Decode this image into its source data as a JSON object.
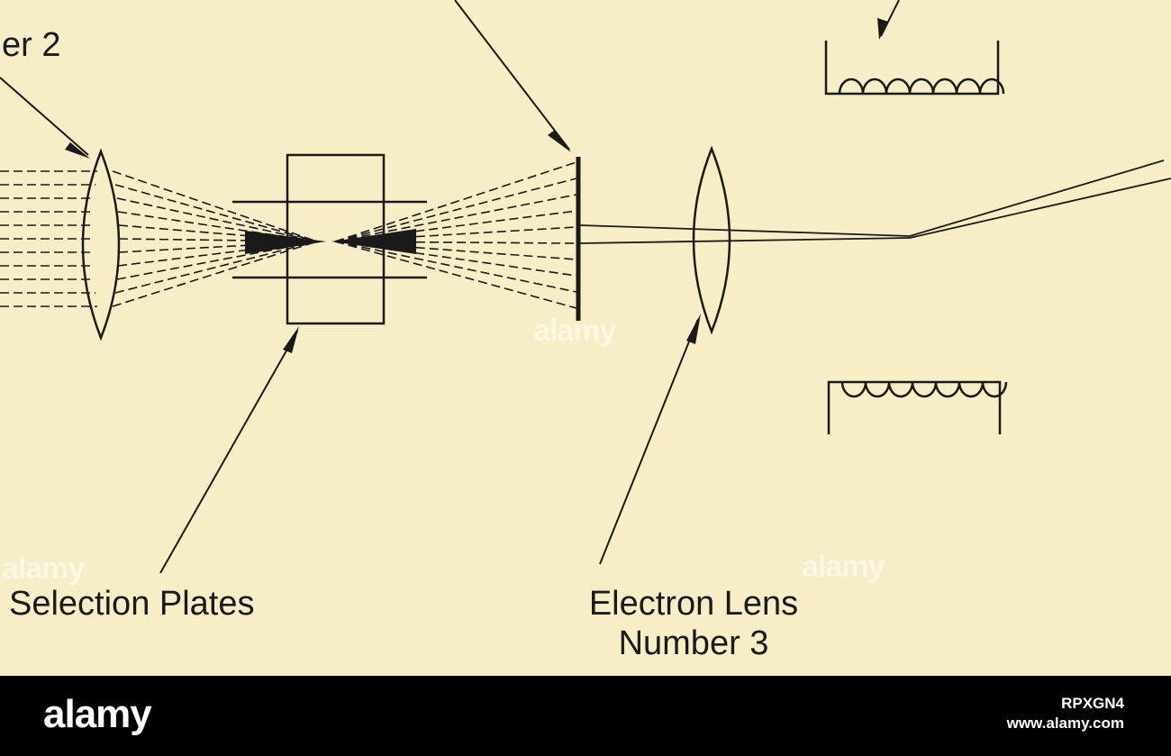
{
  "labels": {
    "partial_top_left": "er 2",
    "selection_plates": "Selection Plates",
    "lens3_line1": "Electron Lens",
    "lens3_line2": "Number 3"
  },
  "footer": {
    "brand": "alamy",
    "image_id": "RPXGN4",
    "site": "www.alamy.com"
  },
  "watermark": "alamy",
  "colors": {
    "background": "#f7edc6",
    "ink": "#1a1a1a",
    "footer": "#000000"
  }
}
